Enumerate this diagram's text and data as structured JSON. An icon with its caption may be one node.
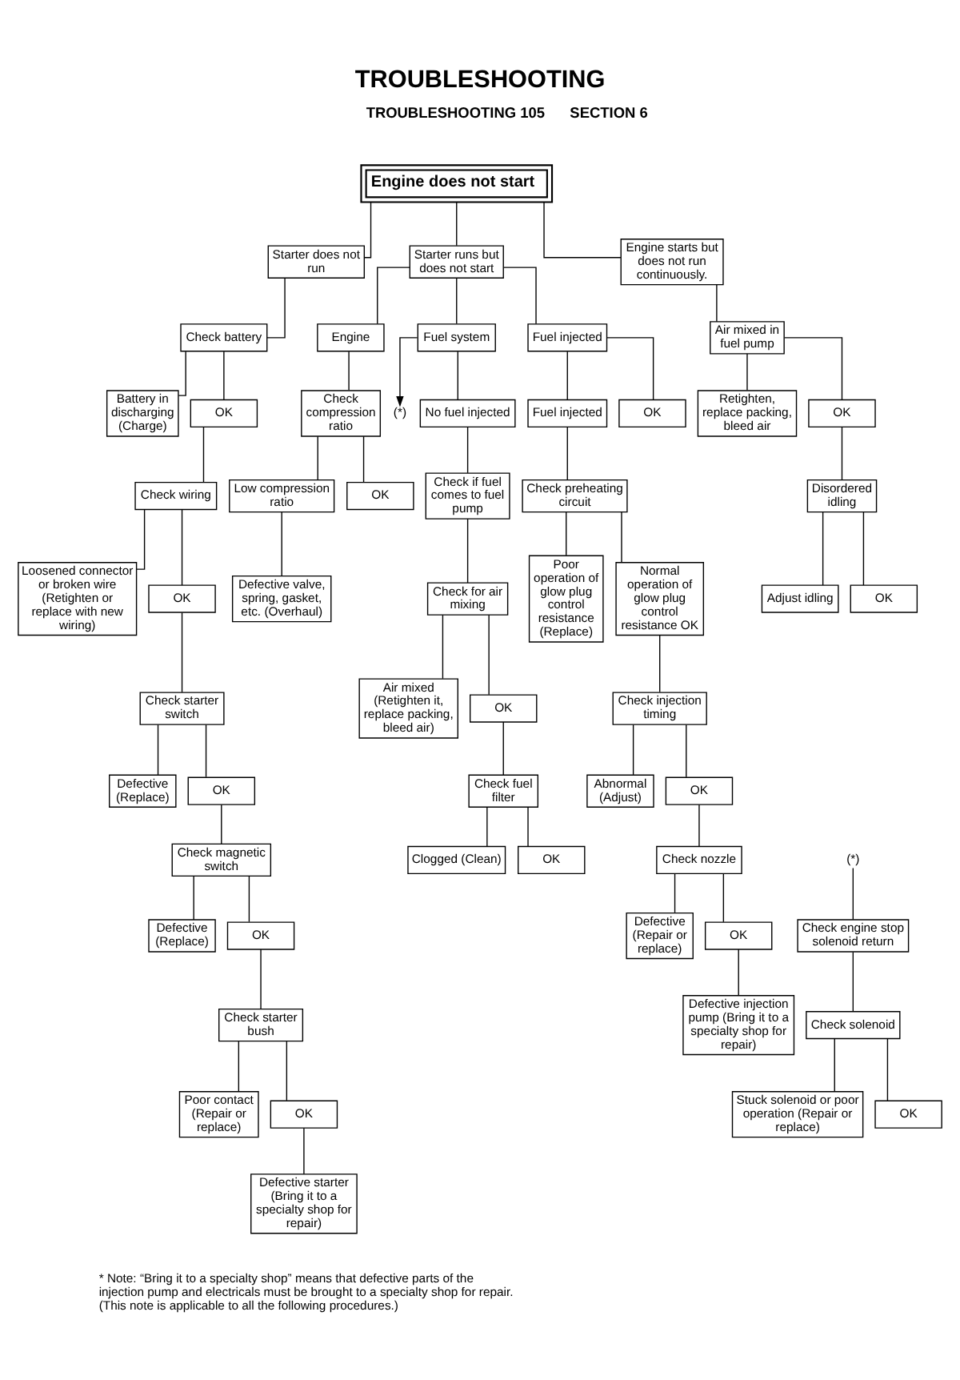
{
  "diagram": {
    "title": "TROUBLESHOOTING",
    "nodes": [
      {
        "text": [
          "Engine does not start"
        ]
      },
      {
        "text": [
          "Starter does not run"
        ]
      },
      {
        "text": [
          "Starter runs but does not start"
        ]
      },
      {
        "text": [
          "Engine starts but does not run continuously."
        ]
      },
      {
        "text": [
          "Check battery"
        ]
      },
      {
        "text": [
          "Battery in discharging (Charge)"
        ]
      },
      {
        "text": [
          "OK"
        ]
      },
      {
        "text": [
          "Check wiring"
        ]
      },
      {
        "text": [
          "Loosened connector or broken wire (Retighten or replace with new wiring)"
        ]
      },
      {
        "text": [
          "OK"
        ]
      },
      {
        "text": [
          "Check starter switch"
        ]
      },
      {
        "text": [
          "Defective (Replace)"
        ]
      },
      {
        "text": [
          "OK"
        ]
      },
      {
        "text": [
          "Check magnetic switch"
        ]
      },
      {
        "text": [
          "Defective (Replace)"
        ]
      },
      {
        "text": [
          "OK"
        ]
      },
      {
        "text": [
          "Check starter bush"
        ]
      },
      {
        "text": [
          "Poor contact (Repair or replace)"
        ]
      },
      {
        "text": [
          "OK"
        ]
      },
      {
        "text": [
          "Defective starter (Bring it to a specialty shop for repair)"
        ]
      },
      {
        "text": [
          "Engine"
        ]
      },
      {
        "text": [
          "Check compression ratio"
        ]
      },
      {
        "text": [
          "Low compression ratio"
        ]
      },
      {
        "text": [
          "OK"
        ]
      },
      {
        "text": [
          "Defective valve, spring, gasket, etc. (Overhaul)"
        ]
      },
      {
        "text": [
          "Fuel system"
        ]
      },
      {
        "text": [
          "(*)"
        ]
      },
      {
        "text": [
          "No fuel injected"
        ]
      },
      {
        "text": [
          "Check if fuel comes to fuel pump"
        ]
      },
      {
        "text": [
          "Check for air mixing"
        ]
      },
      {
        "text": [
          "Air mixed (Retighten it, replace packing, bleed air)"
        ]
      },
      {
        "text": [
          "OK"
        ]
      },
      {
        "text": [
          "Check fuel filter"
        ]
      },
      {
        "text": [
          "Clogged (Clean)"
        ]
      },
      {
        "text": [
          "OK"
        ]
      },
      {
        "text": [
          "(*)"
        ]
      },
      {
        "text": [
          "Check engine stop solenoid return"
        ]
      },
      {
        "text": [
          "Check solenoid"
        ]
      },
      {
        "text": [
          "Stuck solenoid or poor operation (Repair or replace)"
        ]
      },
      {
        "text": [
          "OK"
        ]
      },
      {
        "text": [
          "Fuel injected"
        ]
      },
      {
        "text": [
          "Fuel injected"
        ]
      },
      {
        "text": [
          "OK"
        ]
      },
      {
        "text": [
          "Check preheating circuit"
        ]
      },
      {
        "text": [
          "Poor operation of glow plug control resistance (Replace)"
        ]
      },
      {
        "text": [
          "Normal operation of glow plug control resistance OK"
        ]
      },
      {
        "text": [
          "Check injection timing"
        ]
      },
      {
        "text": [
          "Abnormal (Adjust)"
        ]
      },
      {
        "text": [
          "OK"
        ]
      },
      {
        "text": [
          "Check nozzle"
        ]
      },
      {
        "text": [
          "Defective (Repair or replace)"
        ]
      },
      {
        "text": [
          "OK"
        ]
      },
      {
        "text": [
          "Defective injection pump (Bring it to a specialty shop for repair)"
        ]
      },
      {
        "text": [
          "Air mixed in fuel pump"
        ]
      },
      {
        "text": [
          "Retighten, replace packing, bleed air"
        ]
      },
      {
        "text": [
          "OK"
        ]
      },
      {
        "text": [
          "Disordered idling"
        ]
      },
      {
        "text": [
          "Adjust idling"
        ]
      },
      {
        "text": [
          "OK"
        ]
      }
    ],
    "edges": [
      {
        "from": 0,
        "to": 1,
        "arrow": "none"
      },
      {
        "from": 0,
        "to": 2,
        "arrow": "none"
      },
      {
        "from": 0,
        "to": 3,
        "arrow": "none"
      },
      {
        "from": 1,
        "to": 4,
        "arrow": "none"
      },
      {
        "from": 4,
        "to": 5,
        "arrow": "none"
      },
      {
        "from": 4,
        "to": 6,
        "arrow": "none"
      },
      {
        "from": 6,
        "to": 7,
        "arrow": "none"
      },
      {
        "from": 7,
        "to": 8,
        "arrow": "none"
      },
      {
        "from": 7,
        "to": 9,
        "arrow": "none"
      },
      {
        "from": 9,
        "to": 10,
        "arrow": "none"
      },
      {
        "from": 10,
        "to": 11,
        "arrow": "none"
      },
      {
        "from": 10,
        "to": 12,
        "arrow": "none"
      },
      {
        "from": 12,
        "to": 13,
        "arrow": "none"
      },
      {
        "from": 13,
        "to": 14,
        "arrow": "none"
      },
      {
        "from": 13,
        "to": 15,
        "arrow": "none"
      },
      {
        "from": 15,
        "to": 16,
        "arrow": "none"
      },
      {
        "from": 16,
        "to": 17,
        "arrow": "none"
      },
      {
        "from": 16,
        "to": 18,
        "arrow": "none"
      },
      {
        "from": 18,
        "to": 19,
        "arrow": "none"
      },
      {
        "from": 2,
        "to": 20,
        "arrow": "none"
      },
      {
        "from": 2,
        "to": 25,
        "arrow": "none"
      },
      {
        "from": 2,
        "to": 40,
        "arrow": "none"
      },
      {
        "from": 20,
        "to": 21,
        "arrow": "none"
      },
      {
        "from": 21,
        "to": 22,
        "arrow": "none"
      },
      {
        "from": 21,
        "to": 23,
        "arrow": "none"
      },
      {
        "from": 22,
        "to": 24,
        "arrow": "none"
      },
      {
        "from": 25,
        "to": 26,
        "arrow": "to"
      },
      {
        "from": 25,
        "to": 27,
        "arrow": "none"
      },
      {
        "from": 27,
        "to": 28,
        "arrow": "none"
      },
      {
        "from": 28,
        "to": 29,
        "arrow": "none"
      },
      {
        "from": 29,
        "to": 30,
        "arrow": "none"
      },
      {
        "from": 29,
        "to": 31,
        "arrow": "none"
      },
      {
        "from": 31,
        "to": 32,
        "arrow": "none"
      },
      {
        "from": 32,
        "to": 33,
        "arrow": "none"
      },
      {
        "from": 32,
        "to": 34,
        "arrow": "none"
      },
      {
        "from": 35,
        "to": 36,
        "arrow": "none"
      },
      {
        "from": 36,
        "to": 37,
        "arrow": "none"
      },
      {
        "from": 37,
        "to": 38,
        "arrow": "none"
      },
      {
        "from": 37,
        "to": 39,
        "arrow": "none"
      },
      {
        "from": 40,
        "to": 41,
        "arrow": "none"
      },
      {
        "from": 40,
        "to": 42,
        "arrow": "none"
      },
      {
        "from": 41,
        "to": 43,
        "arrow": "none"
      },
      {
        "from": 43,
        "to": 44,
        "arrow": "none"
      },
      {
        "from": 43,
        "to": 45,
        "arrow": "none"
      },
      {
        "from": 45,
        "to": 46,
        "arrow": "none"
      },
      {
        "from": 46,
        "to": 47,
        "arrow": "none"
      },
      {
        "from": 46,
        "to": 48,
        "arrow": "none"
      },
      {
        "from": 48,
        "to": 49,
        "arrow": "none"
      },
      {
        "from": 49,
        "to": 50,
        "arrow": "none"
      },
      {
        "from": 49,
        "to": 51,
        "arrow": "none"
      },
      {
        "from": 51,
        "to": 52,
        "arrow": "none"
      },
      {
        "from": 3,
        "to": 53,
        "arrow": "none"
      },
      {
        "from": 53,
        "to": 54,
        "arrow": "none"
      },
      {
        "from": 53,
        "to": 55,
        "arrow": "none"
      },
      {
        "from": 55,
        "to": 56,
        "arrow": "none"
      },
      {
        "from": 56,
        "to": 57,
        "arrow": "none"
      },
      {
        "from": 56,
        "to": 58,
        "arrow": "none"
      }
    ],
    "labels": [
      "TROUBLESHOOTING 105",
      "SECTION 6",
      "* Note: “Bring it to a specialty shop” means that defective parts of the injection pump and electricals must be brought to a specialty shop for repair. (This note is applicable to all the following procedures.)"
    ]
  }
}
